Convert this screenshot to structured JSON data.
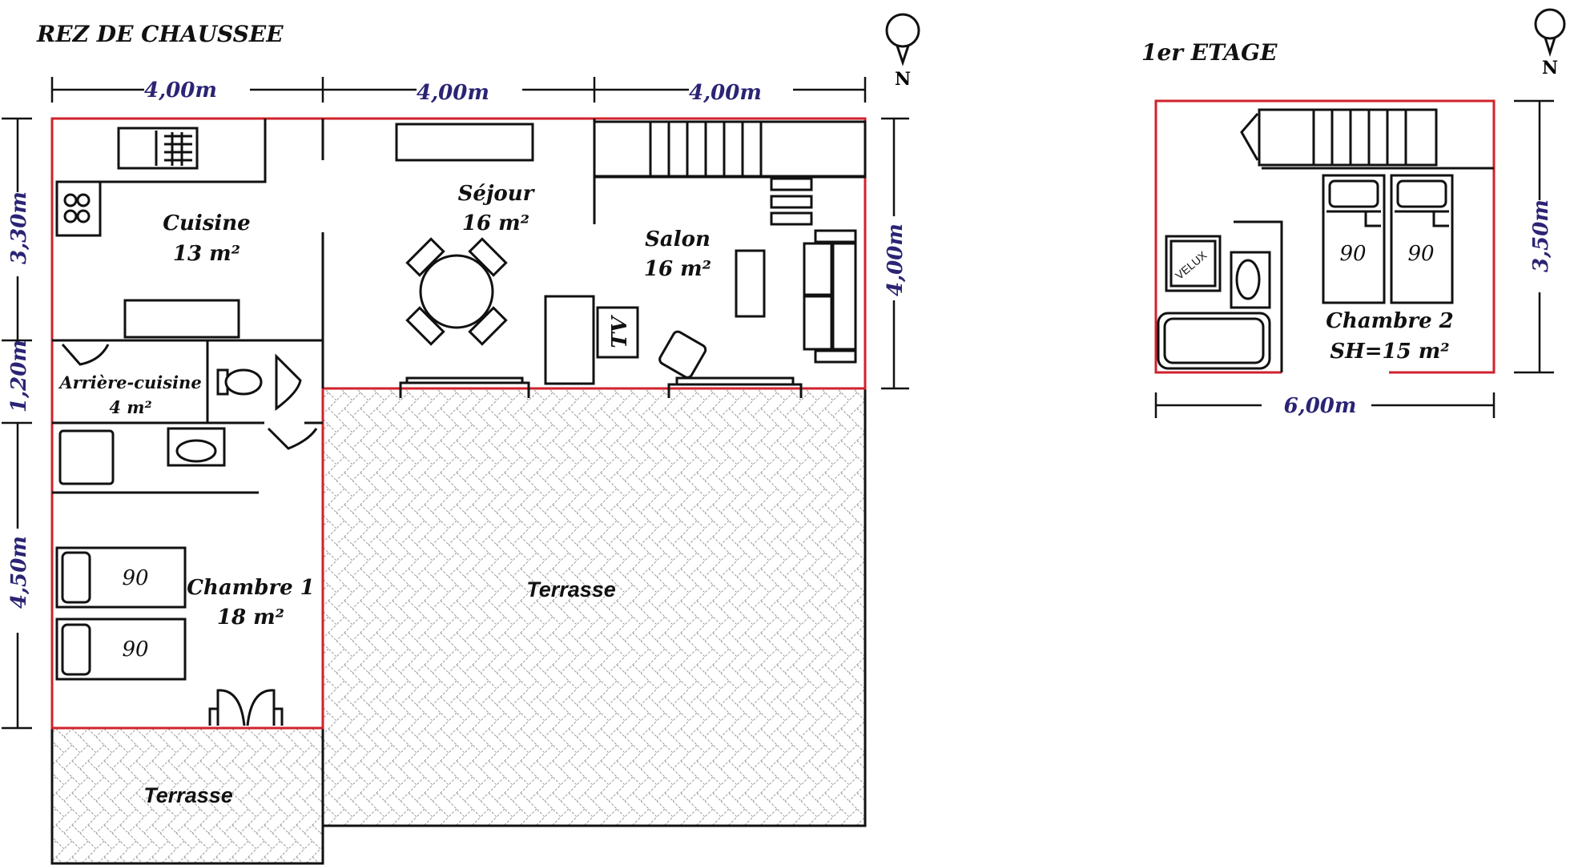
{
  "colors": {
    "outline": "#d0222c",
    "dimension": "#2b2474",
    "ink": "#111111"
  },
  "ground_floor": {
    "title": "REZ DE CHAUSSEE",
    "dims_top": [
      "4,00m",
      "4,00m",
      "4,00m"
    ],
    "dims_left": [
      "3,30m",
      "1,20m",
      "4,50m"
    ],
    "dim_right": "4,00m",
    "compass": "N",
    "rooms": {
      "cuisine": {
        "name": "Cuisine",
        "area": "13 m²"
      },
      "sejour": {
        "name": "Séjour",
        "area": "16 m²"
      },
      "salon": {
        "name": "Salon",
        "area": "16 m²"
      },
      "arriere": {
        "name": "Arrière-cuisine",
        "area": "4 m²"
      },
      "chambre1": {
        "name": "Chambre 1",
        "area": "18 m²"
      },
      "terrasse_main": "Terrasse",
      "terrasse_small": "Terrasse"
    },
    "beds": [
      "90",
      "90"
    ],
    "tv": "TV"
  },
  "first_floor": {
    "title": "1er ETAGE",
    "dim_bottom": "6,00m",
    "dim_right": "3,50m",
    "compass": "N",
    "room": {
      "name": "Chambre 2",
      "area": "SH=15 m²"
    },
    "beds": [
      "90",
      "90"
    ],
    "velux": "VELUX"
  }
}
